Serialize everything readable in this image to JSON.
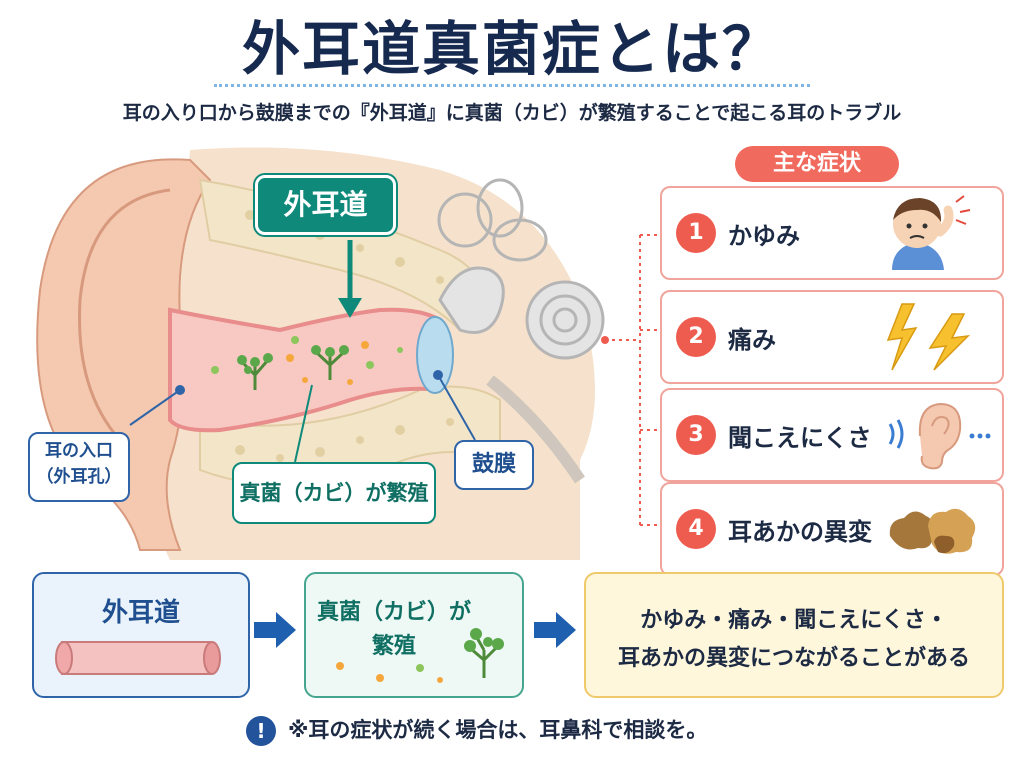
{
  "title": "外耳道真菌症とは？",
  "subtitle": "耳の入り口から鼓膜までの『外耳道』に真菌（カビ）が繁殖することで起こる耳のトラブル",
  "diagram": {
    "canal_label": "外耳道",
    "entrance_label_line1": "耳の入口",
    "entrance_label_line2": "（外耳孔）",
    "fungus_label": "真菌（カビ）が繁殖",
    "eardrum_label": "鼓膜"
  },
  "symptoms": {
    "title": "主な症状",
    "items": [
      {
        "num": "1",
        "label": "かゆみ",
        "icon": "itchy-face-icon"
      },
      {
        "num": "2",
        "label": "痛み",
        "icon": "lightning-icon"
      },
      {
        "num": "3",
        "label": "聞こえにくさ",
        "icon": "ear-icon"
      },
      {
        "num": "4",
        "label": "耳あかの異変",
        "icon": "earwax-icon"
      }
    ]
  },
  "flow": {
    "step1": "外耳道",
    "step2_line1": "真菌（カビ）が",
    "step2_line2": "繁殖",
    "step3_line1": "かゆみ・痛み・聞こえにくさ・",
    "step3_line2": "耳あかの異変につながることがある"
  },
  "note": {
    "icon": "!",
    "text": "※耳の症状が続く場合は、耳鼻科で相談を。"
  },
  "colors": {
    "title": "#16294f",
    "canal_label": "#0f8a7a",
    "symptom_accent": "#ee5c4f",
    "flow_arrow": "#1f5fb0"
  }
}
